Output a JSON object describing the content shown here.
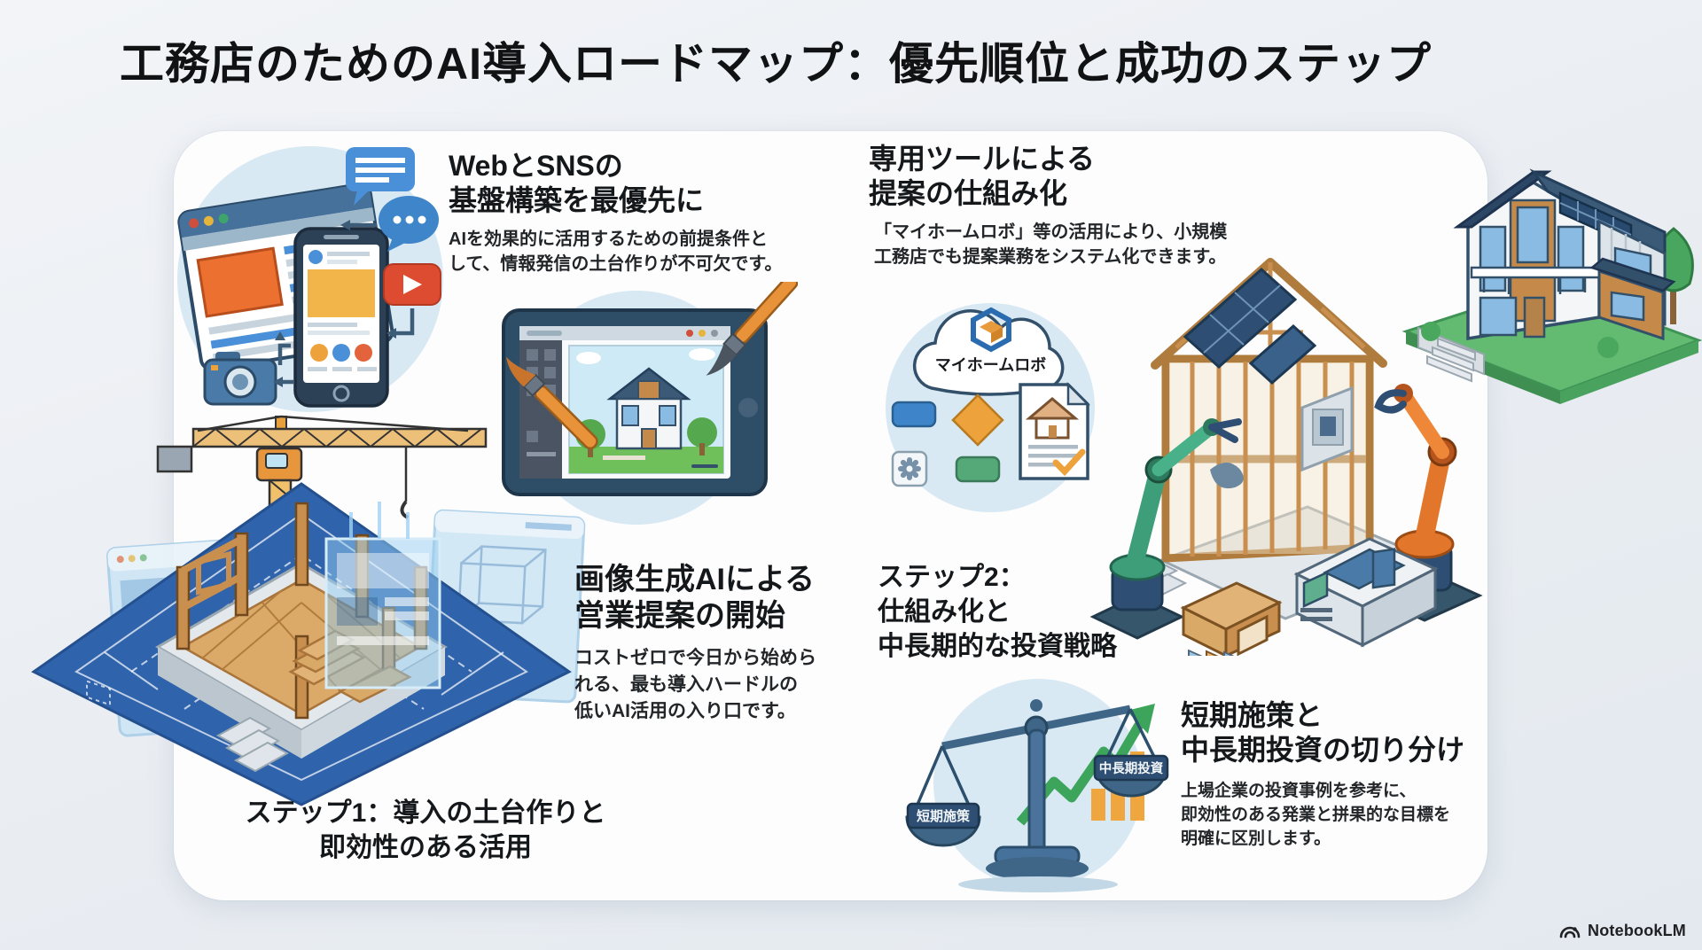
{
  "title": "工務店のためのAI導入ロードマップ：優先順位と成功のステップ",
  "sections": {
    "web_sns": {
      "heading": "WebとSNSの\n基盤構築を最優先に",
      "body": "AIを効果的に活用するための前提条件と\nして、情報発信の土台作りが不可欠です。"
    },
    "tool": {
      "heading": "専用ツールによる\n提案の仕組み化",
      "body": "「マイホームロボ」等の活用により、小規模\n工務店でも提案業務をシステム化できます。"
    },
    "image_ai": {
      "heading": "画像生成AIによる\n営業提案の開始",
      "body": "コストゼロで今日から始めら\nれる、最も導入ハードルの\n低いAI活用の入り口です。"
    },
    "split": {
      "heading": "短期施策と\n中長期投資の切り分け",
      "body": "上場企業の投資事例を参考に、\n即効性のある発業と拼果的な目標を\n明確に区別します。"
    }
  },
  "steps": {
    "step1": "ステップ1：導入の土台作りと\n即効性のある活用",
    "step2": "ステップ2：\n仕組み化と\n中長期的な投資戦略"
  },
  "labels": {
    "cloud": "マイホームロボ",
    "scale_left": "短期施策",
    "scale_right": "中長期投資"
  },
  "footer": {
    "brand": "NotebookLM"
  },
  "icons": {
    "youtube-play-icon": "▶",
    "chat-bubble-icon": "💬",
    "camera-icon": "📷",
    "gear-icon": "⚙",
    "check-icon": "✓",
    "growth-arrow-icon": "↗"
  },
  "colors": {
    "background": "#e9edf2",
    "card": "#fdfdfe",
    "circle_bg": "#d8e9f3",
    "accent_blue": "#3d85c8",
    "accent_orange": "#eda23b",
    "accent_green": "#55a878",
    "wood": "#c98f4f",
    "blueprint": "#2f63ab",
    "steel": "#3f6587",
    "solar": "#2e4f73"
  }
}
